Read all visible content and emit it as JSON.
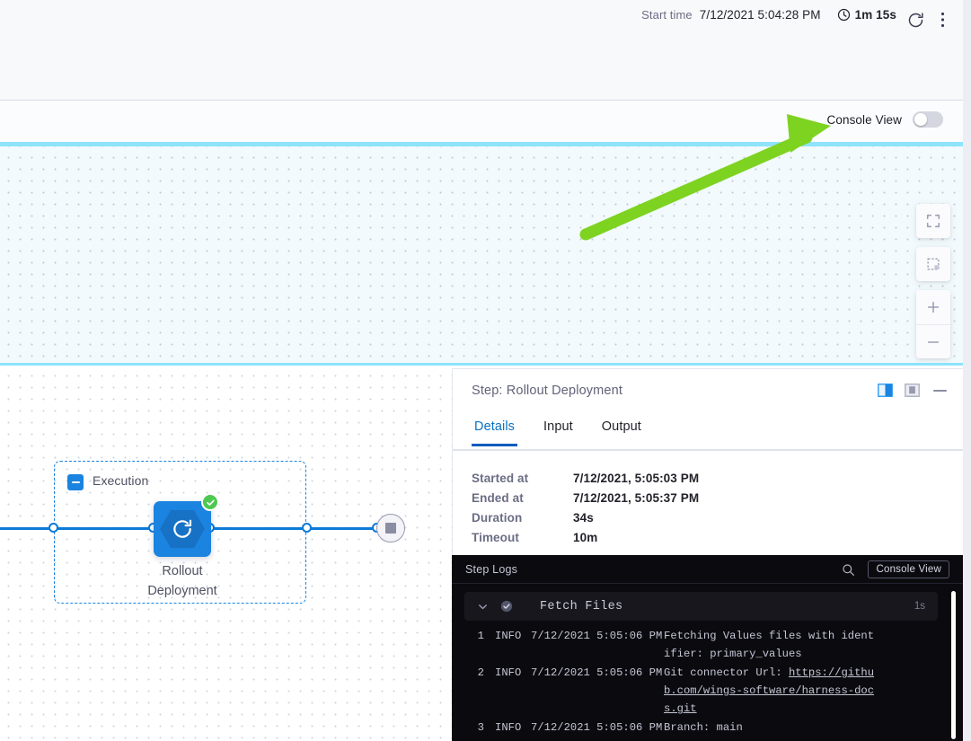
{
  "topbar": {
    "start_time_label": "Start time",
    "start_time_value": "7/12/2021 5:04:28 PM",
    "duration": "1m 15s",
    "refresh_icon": "refresh-icon",
    "kebab_icon": "more-options-icon"
  },
  "console_bar": {
    "label": "Console View",
    "toggle_state": "off"
  },
  "canvas_controls": [
    {
      "name": "fit-to-screen-button",
      "icon": "expand-icon"
    },
    {
      "name": "selection-box-button",
      "icon": "marquee-select-icon"
    },
    {
      "name": "zoom-in-button",
      "icon": "plus-icon"
    },
    {
      "name": "zoom-out-button",
      "icon": "minus-icon"
    }
  ],
  "annotation": {
    "type": "arrow",
    "color": "#7ed321",
    "points_to": "Console View toggle"
  },
  "graph": {
    "group_label": "Execution",
    "step_label": "Rollout\nDeployment",
    "step_name_line1": "Rollout",
    "step_name_line2": "Deployment",
    "step_status": "success",
    "step_icon": "rollout-deployment-icon",
    "end_node_icon": "stop-icon"
  },
  "panel": {
    "title": "Step: Rollout Deployment",
    "layout_icons": [
      {
        "name": "panel-layout-split-button",
        "state": "active"
      },
      {
        "name": "panel-layout-full-button",
        "state": "inactive"
      }
    ],
    "minimize_label": "—",
    "tabs": [
      {
        "label": "Details",
        "active": true
      },
      {
        "label": "Input",
        "active": false
      },
      {
        "label": "Output",
        "active": false
      }
    ],
    "details": [
      {
        "key": "Started at",
        "value": "7/12/2021, 5:05:03 PM"
      },
      {
        "key": "Ended at",
        "value": "7/12/2021, 5:05:37 PM"
      },
      {
        "key": "Duration",
        "value": "34s"
      },
      {
        "key": "Timeout",
        "value": "10m"
      }
    ]
  },
  "logs": {
    "title": "Step Logs",
    "search_icon": "search-icon",
    "console_button": "Console View",
    "section": {
      "name": "Fetch Files",
      "duration": "1s",
      "status": "success",
      "expanded": true
    },
    "lines": [
      {
        "num": "1",
        "level": "INFO",
        "time": "7/12/2021 5:05:06 PM",
        "message": "Fetching Values files with identifier: primary_values",
        "highlighted": true,
        "link": ""
      },
      {
        "num": "2",
        "level": "INFO",
        "time": "7/12/2021 5:05:06 PM",
        "message": "Git connector Url: ",
        "highlighted": false,
        "link": "https://github.com/wings-software/harness-docs.git"
      },
      {
        "num": "3",
        "level": "INFO",
        "time": "7/12/2021 5:05:06 PM",
        "message": "Branch: main",
        "highlighted": false,
        "link": ""
      }
    ]
  },
  "colors": {
    "accent_blue": "#1b83e0",
    "active_tab": "#0b5cbd",
    "success_green": "#4dc952",
    "annotation_green": "#7ed321",
    "canvas_cyan": "#8fe3fb",
    "log_bg": "#0b0b0f"
  }
}
